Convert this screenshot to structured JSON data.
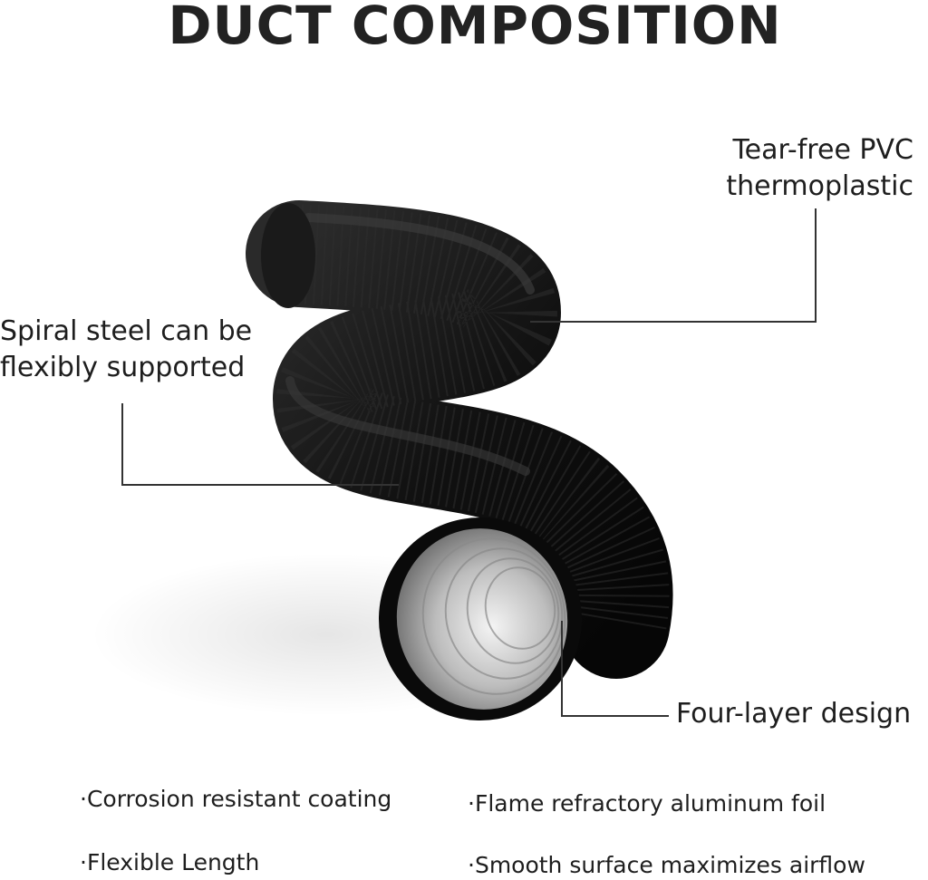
{
  "title": "DUCT COMPOSITION",
  "callouts": {
    "pvc_line1": "Tear-free PVC",
    "pvc_line2": "thermoplastic",
    "steel_line1": "Spiral steel can be",
    "steel_line2": "flexibly supported",
    "layers": "Four-layer design"
  },
  "features": [
    "·Corrosion resistant coating",
    "·Flame refractory aluminum foil",
    "·Flexible Length",
    "·Smooth surface maximizes airflow"
  ],
  "colors": {
    "duct": "#111111",
    "foil": "#c8c8c8",
    "line": "#333333"
  }
}
